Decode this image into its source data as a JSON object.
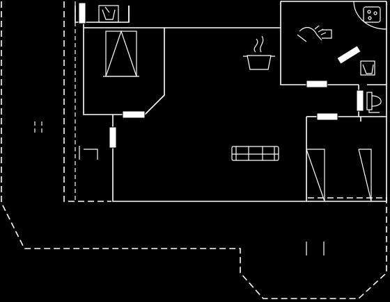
{
  "floor_plan": {
    "background_color": "#000000",
    "line_color": "#ffffff",
    "rooms": [
      {
        "id": "bathroom-1",
        "fixtures": [
          "shower-icon",
          "washbasin-icon"
        ]
      },
      {
        "id": "bathroom-2",
        "fixtures": [
          "jacuzzi-icon",
          "shower-icon",
          "washbasin-icon",
          "toilet-icon"
        ]
      },
      {
        "id": "kitchen",
        "fixtures": [
          "cooking-pot-icon"
        ]
      },
      {
        "id": "living-room",
        "fixtures": [
          "sofa-icon"
        ]
      },
      {
        "id": "bedroom-1",
        "fixtures": []
      },
      {
        "id": "bedroom-2",
        "fixtures": []
      },
      {
        "id": "terrace",
        "fixtures": []
      }
    ]
  }
}
